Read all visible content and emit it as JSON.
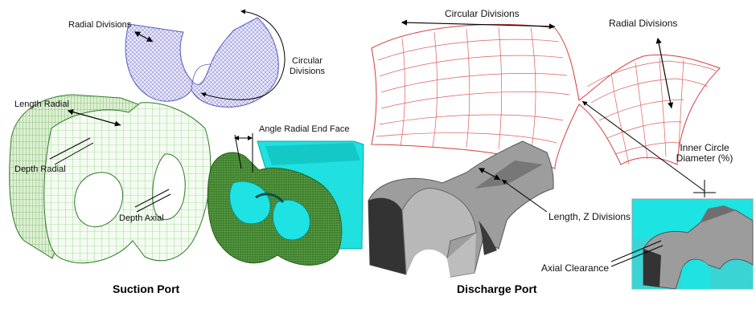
{
  "labels": {
    "radial_divisions_left": "Radial Divisions",
    "circular_divisions_left_line1": "Circular",
    "circular_divisions_left_line2": "Divisions",
    "length_radial": "Length Radial",
    "depth_radial": "Depth Radial",
    "depth_axial": "Depth Axial",
    "angle_radial_end_face": "Angle Radial End Face",
    "circular_divisions_right": "Circular Divisions",
    "radial_divisions_right": "Radial Divisions",
    "inner_circle_line1": "Inner Circle",
    "inner_circle_line2": "Diameter (%)",
    "length_z_divisions": "Length, Z Divisions",
    "axial_clearance": "Axial Clearance"
  },
  "captions": {
    "suction_port": "Suction Port",
    "discharge_port": "Discharge Port"
  },
  "colors": {
    "mesh_blue": "#7f7fd8",
    "mesh_green": "#3aa63a",
    "solid_green": "#5c9a3c",
    "cyan": "#22e6e6",
    "mesh_red": "#d84a4a",
    "solid_gray": "#9a9a9a",
    "dark_gray": "#2e2e2e"
  }
}
